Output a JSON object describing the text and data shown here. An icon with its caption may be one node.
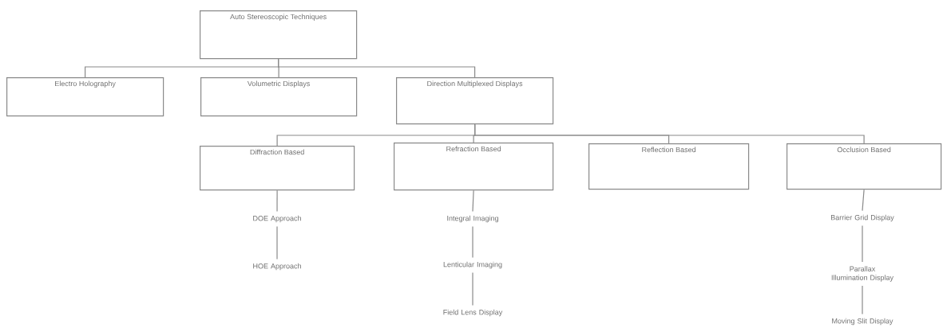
{
  "diagram": {
    "nodes": [
      {
        "text": [
          "Auto Stereoscopic Techniques"
        ]
      },
      {
        "text": [
          "Electro Holography"
        ]
      },
      {
        "text": [
          "Volumetric Displays"
        ]
      },
      {
        "text": [
          "Direction Multiplexed Displays"
        ]
      },
      {
        "text": [
          "Diffraction Based"
        ]
      },
      {
        "text": [
          "Refraction Based"
        ]
      },
      {
        "text": [
          "Reflection Based"
        ]
      },
      {
        "text": [
          "Occlusion Based"
        ]
      },
      {
        "text": [
          "DOE Approach"
        ]
      },
      {
        "text": [
          "HOE Approach"
        ]
      },
      {
        "text": [
          "Integral Imaging"
        ]
      },
      {
        "text": [
          "Lenticular Imaging"
        ]
      },
      {
        "text": [
          "Field Lens Display"
        ]
      },
      {
        "text": [
          "Barrier Grid Display"
        ]
      },
      {
        "text": [
          "Parallax Illumination Display"
        ]
      },
      {
        "text": [
          "Moving Slit Display"
        ]
      }
    ],
    "edges": [
      {
        "from": 0,
        "to": 1,
        "arrow": "none"
      },
      {
        "from": 0,
        "to": 2,
        "arrow": "none"
      },
      {
        "from": 0,
        "to": 3,
        "arrow": "none"
      },
      {
        "from": 3,
        "to": 4,
        "arrow": "none"
      },
      {
        "from": 3,
        "to": 5,
        "arrow": "none"
      },
      {
        "from": 3,
        "to": 6,
        "arrow": "none"
      },
      {
        "from": 3,
        "to": 7,
        "arrow": "none"
      },
      {
        "from": 4,
        "to": 8,
        "arrow": "none"
      },
      {
        "from": 8,
        "to": 9,
        "arrow": "none"
      },
      {
        "from": 5,
        "to": 10,
        "arrow": "none"
      },
      {
        "from": 10,
        "to": 11,
        "arrow": "none"
      },
      {
        "from": 11,
        "to": 12,
        "arrow": "none"
      },
      {
        "from": 7,
        "to": 13,
        "arrow": "none"
      },
      {
        "from": 13,
        "to": 14,
        "arrow": "none"
      },
      {
        "from": 14,
        "to": 15,
        "arrow": "none"
      }
    ]
  }
}
